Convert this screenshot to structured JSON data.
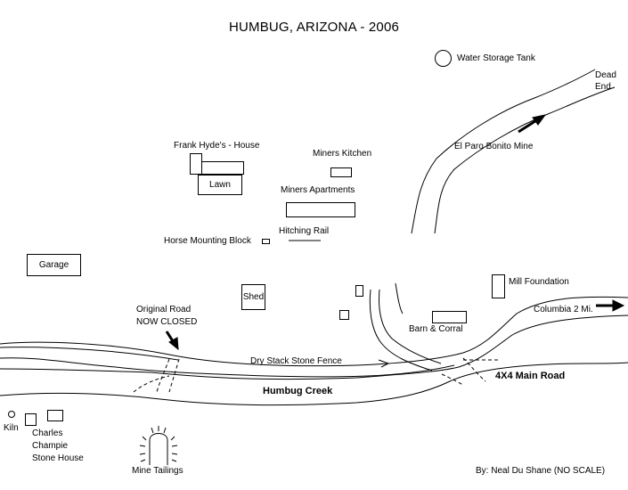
{
  "title": "HUMBUG, ARIZONA - 2006",
  "labels": {
    "water_tank": "Water Storage Tank",
    "dead_end_1": "Dead",
    "dead_end_2": "End",
    "el_paro_mine": "El Paro Bonito Mine",
    "frank_house": "Frank Hyde's - House",
    "lawn": "Lawn",
    "miners_kitchen": "Miners Kitchen",
    "miners_apartments": "Miners Apartments",
    "hitching_rail": "Hitching Rail",
    "horse_block": "Horse Mounting Block",
    "garage": "Garage",
    "shed": "Shed",
    "mill_foundation": "Mill Foundation",
    "columbia": "Columbia 2 Mi.",
    "original_road_1": "Original Road",
    "original_road_2": "NOW CLOSED",
    "barn_corral": "Barn & Corral",
    "stone_fence": "Dry Stack Stone Fence",
    "main_road": "4X4 Main Road",
    "humbug_creek": "Humbug Creek",
    "kiln": "Kiln",
    "charles_1": "Charles",
    "charles_2": "Champie",
    "charles_3": "Stone House",
    "mine_tailings": "Mine Tailings",
    "credit": "By: Neal Du Shane (NO SCALE)"
  }
}
